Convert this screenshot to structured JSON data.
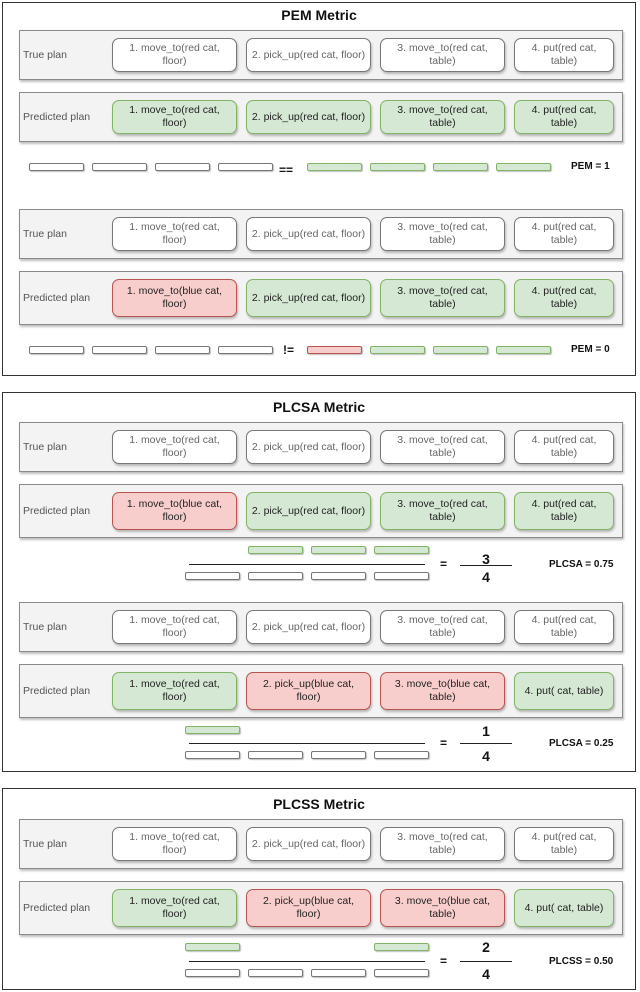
{
  "pem": {
    "title": "PEM Metric",
    "ex1": {
      "true_label": "True plan",
      "true_steps": [
        "1. move_to(red cat, floor)",
        "2. pick_up(red cat, floor)",
        "3. move_to(red cat, table)",
        "4. put(red cat, table)"
      ],
      "pred_label": "Predicted plan",
      "pred_steps": [
        "1. move_to(red cat, floor)",
        "2. pick_up(red cat, floor)",
        "3. move_to(red cat, table)",
        "4. put(red cat, table)"
      ],
      "operator": "==",
      "result": "PEM = 1"
    },
    "ex2": {
      "true_label": "True plan",
      "true_steps": [
        "1. move_to(red cat, floor)",
        "2. pick_up(red cat, floor)",
        "3. move_to(red cat, table)",
        "4. put(red cat, table)"
      ],
      "pred_label": "Predicted plan",
      "pred_steps": [
        "1. move_to(blue cat, floor)",
        "2. pick_up(red cat, floor)",
        "3. move_to(red cat, table)",
        "4. put(red cat, table)"
      ],
      "operator": "!=",
      "result": "PEM = 0"
    }
  },
  "plcsa": {
    "title": "PLCSA Metric",
    "ex1": {
      "true_label": "True plan",
      "true_steps": [
        "1. move_to(red cat, floor)",
        "2. pick_up(red cat, floor)",
        "3. move_to(red cat, table)",
        "4. put(red cat, table)"
      ],
      "pred_label": "Predicted plan",
      "pred_steps": [
        "1. move_to(blue cat, floor)",
        "2. pick_up(red cat, floor)",
        "3. move_to(red cat, table)",
        "4. put(red cat, table)"
      ],
      "equals": "=",
      "numerator": "3",
      "denominator": "4",
      "result": "PLCSA = 0.75"
    },
    "ex2": {
      "true_label": "True plan",
      "true_steps": [
        "1. move_to(red cat, floor)",
        "2. pick_up(red cat, floor)",
        "3. move_to(red cat, table)",
        "4. put(red cat, table)"
      ],
      "pred_label": "Predicted plan",
      "pred_steps": [
        "1. move_to(red cat, floor)",
        "2. pick_up(blue cat, floor)",
        "3. move_to(blue cat, table)",
        "4. put( cat, table)"
      ],
      "equals": "=",
      "numerator": "1",
      "denominator": "4",
      "result": "PLCSA = 0.25"
    }
  },
  "plcss": {
    "title": "PLCSS Metric",
    "ex1": {
      "true_label": "True plan",
      "true_steps": [
        "1. move_to(red cat, floor)",
        "2. pick_up(red cat, floor)",
        "3. move_to(red cat, table)",
        "4. put(red cat, table)"
      ],
      "pred_label": "Predicted plan",
      "pred_steps": [
        "1. move_to(red cat, floor)",
        "2. pick_up(blue cat, floor)",
        "3. move_to(blue cat, table)",
        "4. put( cat, table)"
      ],
      "equals": "=",
      "numerator": "2",
      "denominator": "4",
      "result": "PLCSS = 0.50"
    }
  },
  "colors": {
    "correct": "#d5e8d4",
    "incorrect": "#f8cecc",
    "neutral": "#ffffff",
    "row_bg": "#f3f3f3"
  }
}
